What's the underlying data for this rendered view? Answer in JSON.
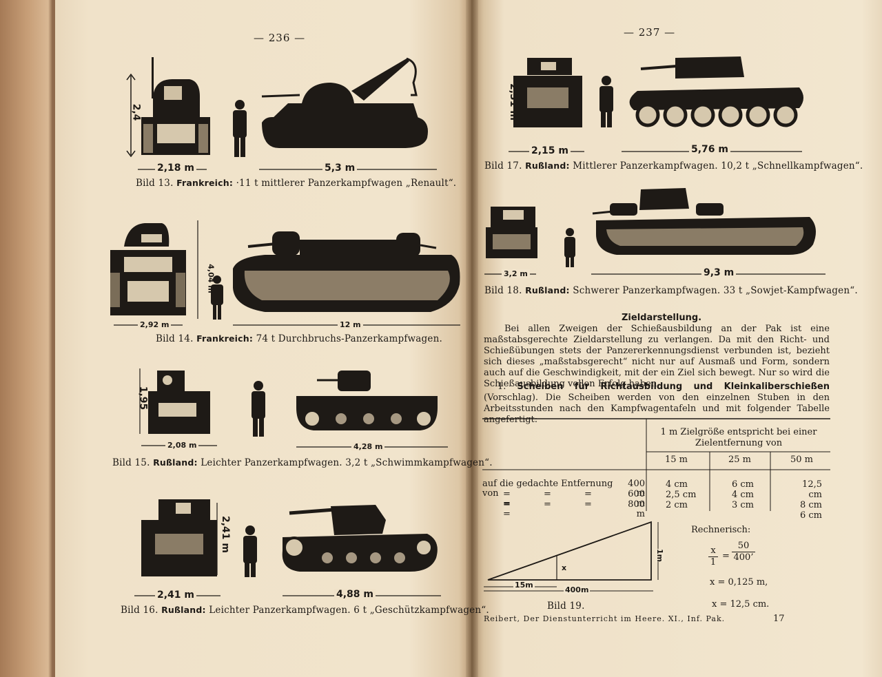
{
  "left_page": {
    "page_number": "— 236 —",
    "figures": [
      {
        "caption_num": "Bild 13.",
        "caption_country": "Frankreich:",
        "caption_text": "·11 t mittlerer Panzerkampfwagen „Renault“.",
        "dim_height": "2,4",
        "dim_width": "2,18 m",
        "dim_length": "5,3 m"
      },
      {
        "caption_num": "Bild 14.",
        "caption_country": "Frankreich:",
        "caption_text": "74 t Durchbruchs-Panzerkampfwagen.",
        "dim_height": "4,04 m",
        "dim_width": "2,92 m",
        "dim_length": "12 m"
      },
      {
        "caption_num": "Bild 15.",
        "caption_country": "Rußland:",
        "caption_text": "Leichter Panzerkampfwagen. 3,2 t „Schwimmkampfwagen“.",
        "dim_height": "1,95",
        "dim_width": "2,08 m",
        "dim_length": "4,28 m"
      },
      {
        "caption_num": "Bild 16.",
        "caption_country": "Rußland:",
        "caption_text": "Leichter Panzerkampfwagen. 6 t „Geschützkampfwagen“.",
        "dim_height": "2,41 m",
        "dim_width": "2,41 m",
        "dim_length": "4,88 m"
      }
    ]
  },
  "right_page": {
    "page_number": "— 237 —",
    "figures": [
      {
        "caption_num": "Bild 17.",
        "caption_country": "Rußland:",
        "caption_text": "Mittlerer Panzerkampfwagen. 10,2 t „Schnellkampfwagen“.",
        "dim_height": "2,31 m",
        "dim_width": "2,15 m",
        "dim_length": "5,76 m"
      },
      {
        "caption_num": "Bild 18.",
        "caption_country": "Rußland:",
        "caption_text": "Schwerer Panzerkampfwagen. 33 t „Sowjet-Kampfwagen“.",
        "dim_width": "3,2 m",
        "dim_length": "9,3 m"
      }
    ],
    "section_heading": "Zieldarstellung.",
    "intro_paragraph": "Bei allen Zweigen der Schießausbildung an der Pak ist eine maßstabsgerechte Zieldarstellung zu verlangen. Da mit den Richt- und Schießübungen stets der Panzererkennungsdienst verbunden ist, bezieht sich dieses „maßstabsgerecht“ nicht nur auf Ausmaß und Form, sondern auch auf die Geschwindigkeit, mit der ein Ziel sich bewegt. Nur so wird die Schießausbildung vollen Erfolg haben.",
    "item_number": "1.",
    "item_title": "Scheiben für Richtausbildung und Kleinkaliberschießen",
    "item_note": "(Vorschlag).",
    "item_text": "Die Scheiben werden von den einzelnen Stuben in den Arbeitsstunden nach den Kampfwagentafeln und mit folgender Tabelle angefertigt:",
    "table": {
      "group_header": "1 m Zielgröße entspricht bei einer Zielentfernung von",
      "columns": [
        "15 m",
        "25 m",
        "50 m"
      ],
      "rows": [
        {
          "label": "auf die gedachte Entfernung von",
          "distance": "400 m",
          "values": [
            "4 cm",
            "6 cm",
            "12,5 cm"
          ]
        },
        {
          "label": "= = = =",
          "distance": "600 m",
          "values": [
            "2,5 cm",
            "4 cm",
            "8 cm"
          ]
        },
        {
          "label": "= = = =",
          "distance": "800 m",
          "values": [
            "2 cm",
            "3 cm",
            "6 cm"
          ]
        }
      ]
    },
    "diagram": {
      "label_height": "1m",
      "label_x": "x",
      "label_15": "15m",
      "label_400": "400m",
      "caption": "Bild 19."
    },
    "calc": {
      "title": "Rechnerisch:",
      "eq_lhs_num": "x",
      "eq_lhs_den": "1",
      "eq_rhs_num": "50",
      "eq_rhs_den": "400’",
      "result1": "x = 0,125 m,",
      "result2": "x = 12,5 cm."
    },
    "footer": "Reibert, Der Dienstunterricht im Heere. XI., Inf. Pak.",
    "signature_num": "17"
  },
  "colors": {
    "paper": "#efe1c8",
    "ink": "#1e1a16",
    "cover": "#c79e77"
  }
}
